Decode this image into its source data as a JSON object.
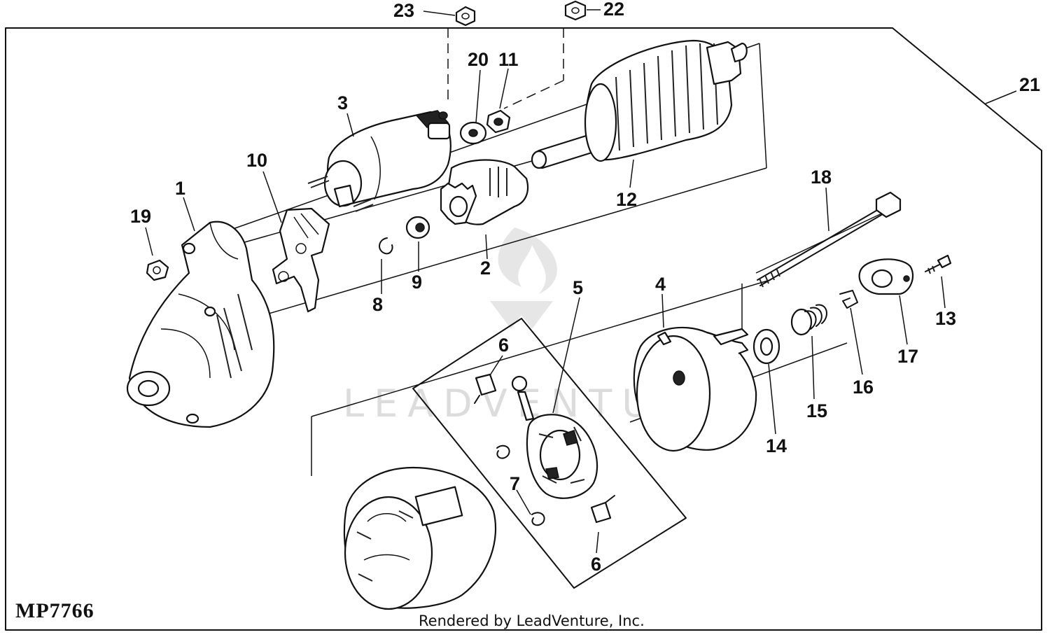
{
  "diagram": {
    "code": "MP7766",
    "credit": "Rendered by LeadVenture, Inc.",
    "watermark": "LEADVENTURE",
    "callouts": [
      "1",
      "2",
      "3",
      "4",
      "5",
      "6",
      "6",
      "7",
      "8",
      "9",
      "10",
      "11",
      "12",
      "13",
      "14",
      "15",
      "16",
      "17",
      "18",
      "19",
      "20",
      "21",
      "22",
      "23"
    ]
  }
}
